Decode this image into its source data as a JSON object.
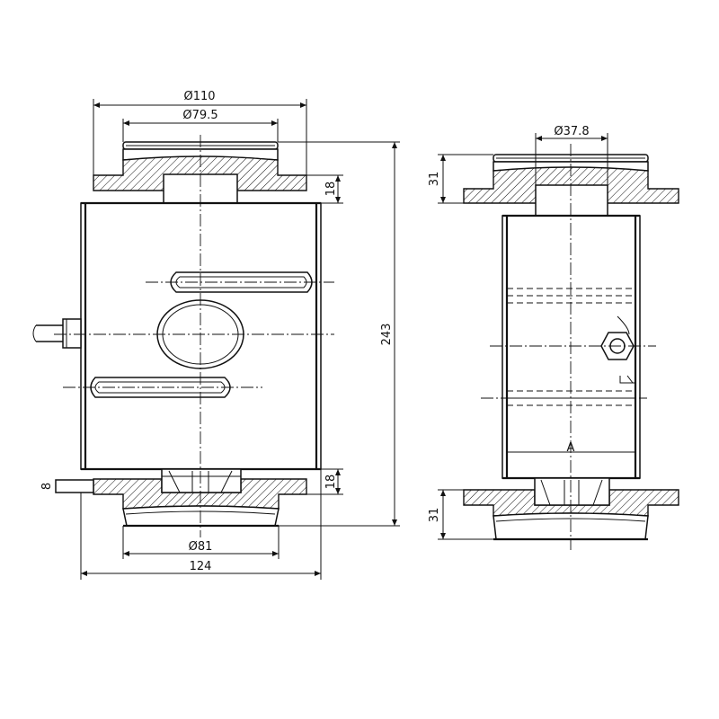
{
  "colors": {
    "line": "#111111",
    "background": "#ffffff"
  },
  "front_view": {
    "dim_outer_diameter": "Ø110",
    "dim_top_diameter": "Ø79.5",
    "dim_top_flange_height": "18",
    "dim_total_height": "243",
    "dim_bottom_flange_height": "18",
    "dim_bottom_diameter": "Ø81",
    "dim_body_width": "124",
    "dim_cable_label": "8"
  },
  "side_view": {
    "dim_top_diameter": "Ø37.8",
    "dim_top_height": "31",
    "dim_bottom_height": "31",
    "label_section": "A"
  }
}
